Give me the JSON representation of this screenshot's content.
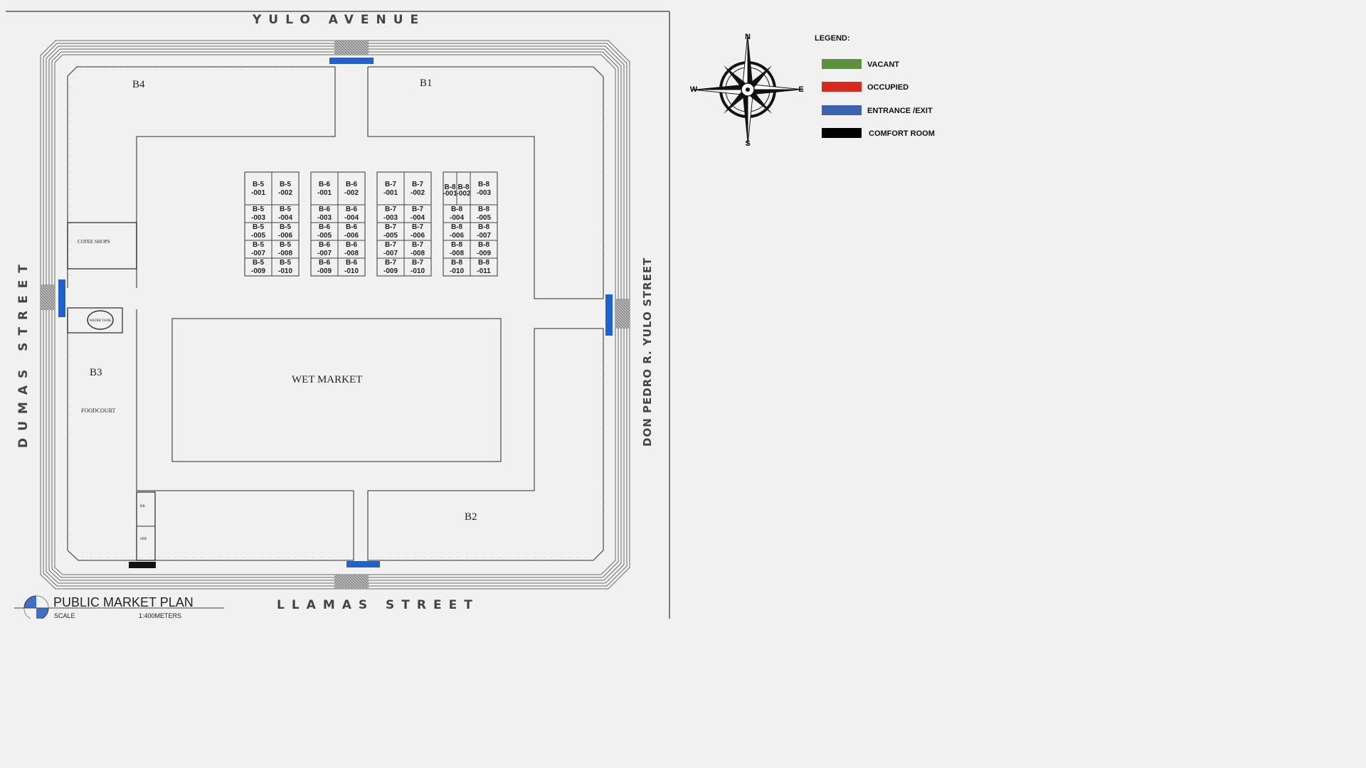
{
  "streets": {
    "north": "YULO AVENUE",
    "south": "LLAMAS STREET",
    "west": "DUMAS STREET",
    "east": "DON PEDRO R. YULO STREET"
  },
  "blocks": {
    "b1": "B1",
    "b2": "B2",
    "b3": "B3",
    "b4": "B4"
  },
  "areas": {
    "coffee_shops": "COFEE SHOPS",
    "water_tank": "WATER TANK",
    "foodcourt": "FOODCOURT",
    "wet_market": "WET MARKET",
    "cr_top": "RR.",
    "cr_bottom": "SHE"
  },
  "stall_groups": [
    {
      "prefix": "B-5",
      "top": [
        "-001",
        "-002"
      ],
      "rows": [
        [
          "-003",
          "-004"
        ],
        [
          "-005",
          "-006"
        ],
        [
          "-007",
          "-008"
        ],
        [
          "-009",
          "-010"
        ]
      ]
    },
    {
      "prefix": "B-6",
      "top": [
        "-001",
        "-002"
      ],
      "rows": [
        [
          "-003",
          "-004"
        ],
        [
          "-005",
          "-006"
        ],
        [
          "-007",
          "-008"
        ],
        [
          "-009",
          "-010"
        ]
      ]
    },
    {
      "prefix": "B-7",
      "top": [
        "-001",
        "-002"
      ],
      "rows": [
        [
          "-003",
          "-004"
        ],
        [
          "-005",
          "-006"
        ],
        [
          "-007",
          "-008"
        ],
        [
          "-009",
          "-010"
        ]
      ]
    },
    {
      "prefix": "B-8",
      "top": [
        "-001",
        "-002",
        "-003"
      ],
      "rows": [
        [
          "-004",
          "-005"
        ],
        [
          "-006",
          "-007"
        ],
        [
          "-008",
          "-009"
        ],
        [
          "-010",
          "-011"
        ]
      ]
    }
  ],
  "compass": {
    "n": "N",
    "s": "S",
    "e": "E",
    "w": "W"
  },
  "legend": {
    "title": "LEGEND:",
    "items": [
      {
        "label": "VACANT",
        "color": "#5e8f3e"
      },
      {
        "label": "OCCUPIED",
        "color": "#d42a20"
      },
      {
        "label": "ENTRANCE /EXIT",
        "color": "#3b63b0"
      },
      {
        "label": "COMFORT ROOM",
        "color": "#000000"
      }
    ]
  },
  "title_block": {
    "title": "PUBLIC MARKET PLAN",
    "scale_label": "SCALE",
    "scale_value": "1:400METERS"
  },
  "colors": {
    "entrance": "#1e62d0",
    "comfort_room": "#111111",
    "gate": "#9a9a9a",
    "line": "#555555"
  }
}
